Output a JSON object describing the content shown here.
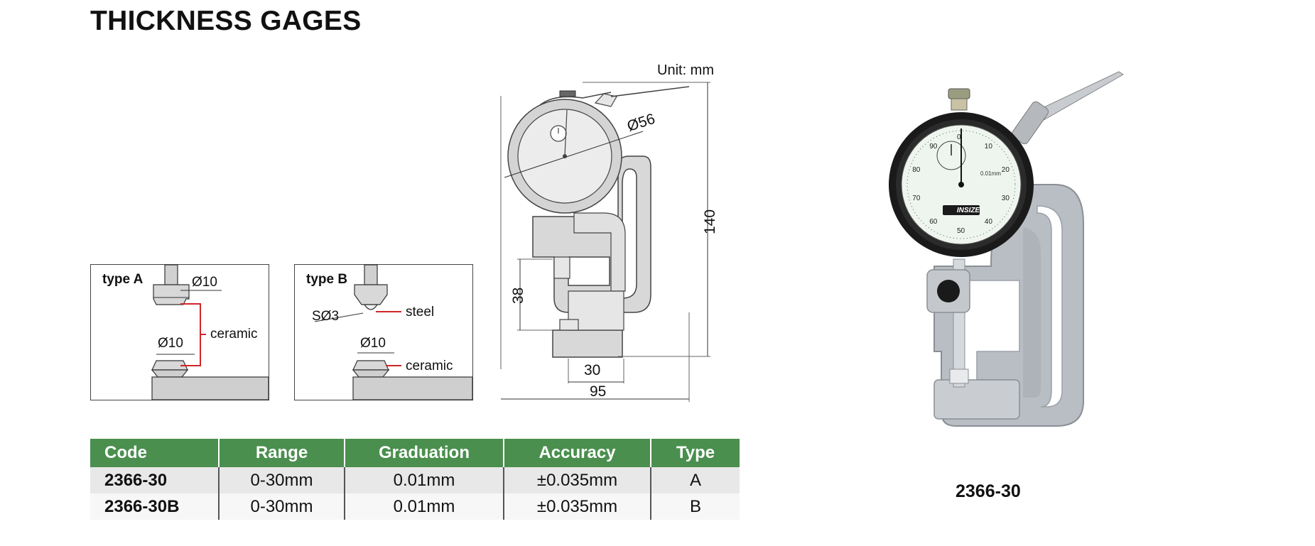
{
  "page": {
    "title": "THICKNESS GAGES",
    "unit": "Unit: mm"
  },
  "type_a": {
    "label": "type A",
    "dia_top": "Ø10",
    "dia_bottom": "Ø10",
    "material": "ceramic"
  },
  "type_b": {
    "label": "type B",
    "sphere": "SØ3",
    "material_top": "steel",
    "dia_bottom": "Ø10",
    "material_bottom": "ceramic"
  },
  "drawing": {
    "dial_dia": "Ø56",
    "height": "140",
    "depth": "38",
    "throat": "30",
    "width": "95"
  },
  "table": {
    "headers": [
      "Code",
      "Range",
      "Graduation",
      "Accuracy",
      "Type"
    ],
    "rows": [
      [
        "2366-30",
        "0-30mm",
        "0.01mm",
        "±0.035mm",
        "A"
      ],
      [
        "2366-30B",
        "0-30mm",
        "0.01mm",
        "±0.035mm",
        "B"
      ]
    ]
  },
  "photo": {
    "caption": "2366-30",
    "brand": "INSIZE",
    "dial_numbers": [
      "0",
      "10",
      "20",
      "30",
      "40",
      "50",
      "60",
      "70",
      "80",
      "90"
    ],
    "dial_small_text": "0.01mm",
    "colors": {
      "frame": "#b9bec4",
      "dial_face": "#eef5ee",
      "dial_ring": "#1a1a1a",
      "header": "#4a8f4e"
    }
  }
}
